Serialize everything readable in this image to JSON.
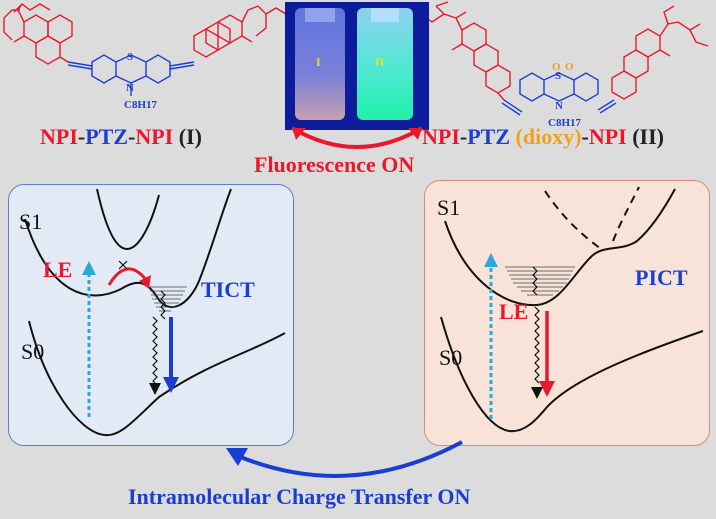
{
  "top": {
    "compound_1": {
      "p1": "NPI",
      "d1": "-",
      "p2": "PTZ",
      "d2": "-",
      "p3": "NPI",
      "p4": " (I)"
    },
    "compound_2": {
      "p1": "NPI",
      "d1": "-",
      "p2": "PTZ",
      "p3": " (dioxy)",
      "d2": "-",
      "p4": "NPI",
      "p5": " (II)"
    },
    "fluorescence": "Fluorescence ON",
    "vial_1": "I",
    "vial_2": "II",
    "structure_1": {
      "S": "S",
      "N": "N",
      "C8H17": "C8H17"
    },
    "structure_2": {
      "S": "S",
      "O": "O",
      "N": "N",
      "C8H17": "C8H17"
    }
  },
  "left_panel": {
    "S1": "S1",
    "S0": "S0",
    "LE": "LE",
    "TICT": "TICT"
  },
  "right_panel": {
    "S1": "S1",
    "S0": "S0",
    "LE": "LE",
    "PICT": "PICT"
  },
  "bottom": {
    "caption": "Intramolecular Charge Transfer ON"
  },
  "colors": {
    "red": "#e8192c",
    "blue": "#1a3fd0",
    "orange": "#f0a020",
    "cyan": "#2aa8d8",
    "left_bg": "#e2ebf5",
    "right_bg": "#f8e3d9"
  }
}
